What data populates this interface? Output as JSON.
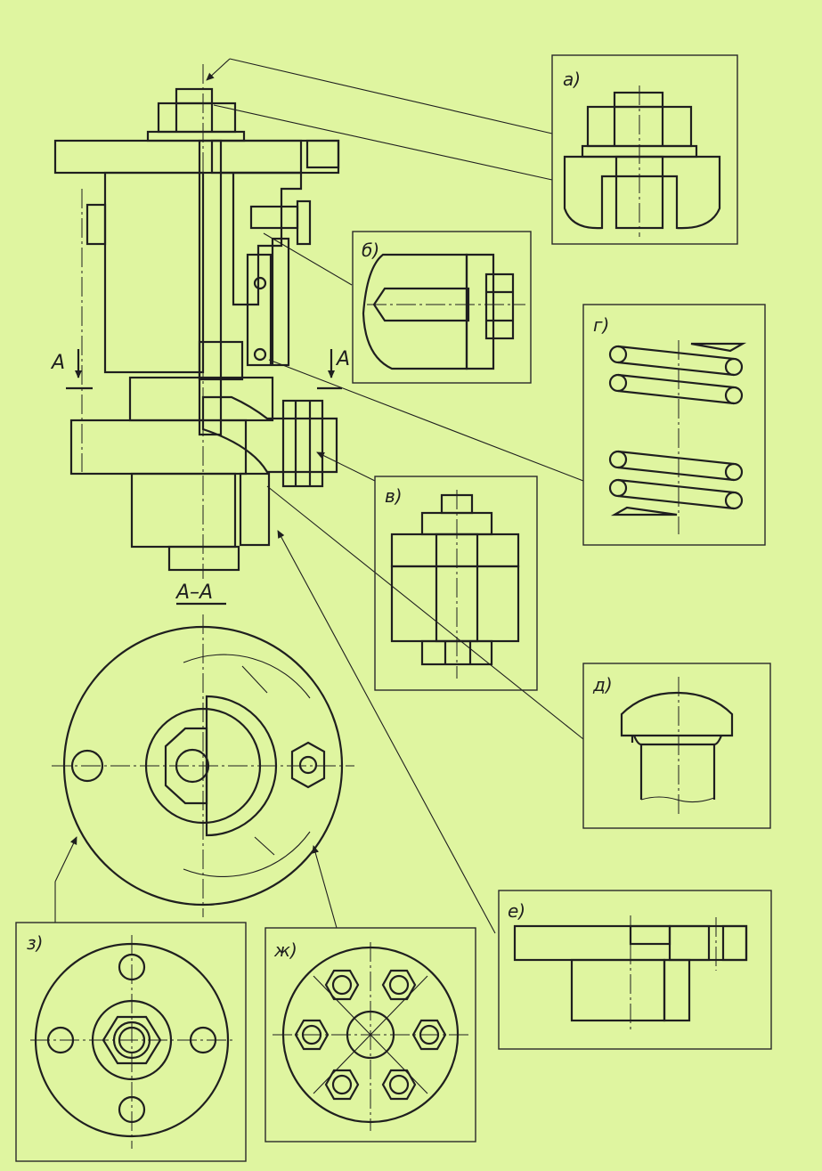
{
  "colors": {
    "paper": "#dff5a0",
    "ink": "#1f1f1f",
    "body_fill": "#dff5a0"
  },
  "main_view": {
    "section_mark_left": "А",
    "section_mark_right": "А",
    "section_title": "А–А"
  },
  "details": {
    "a": "а)",
    "b": "б)",
    "v": "в)",
    "g": "г)",
    "d": "д)",
    "e": "е)",
    "zh": "ж)",
    "z": "з)"
  }
}
